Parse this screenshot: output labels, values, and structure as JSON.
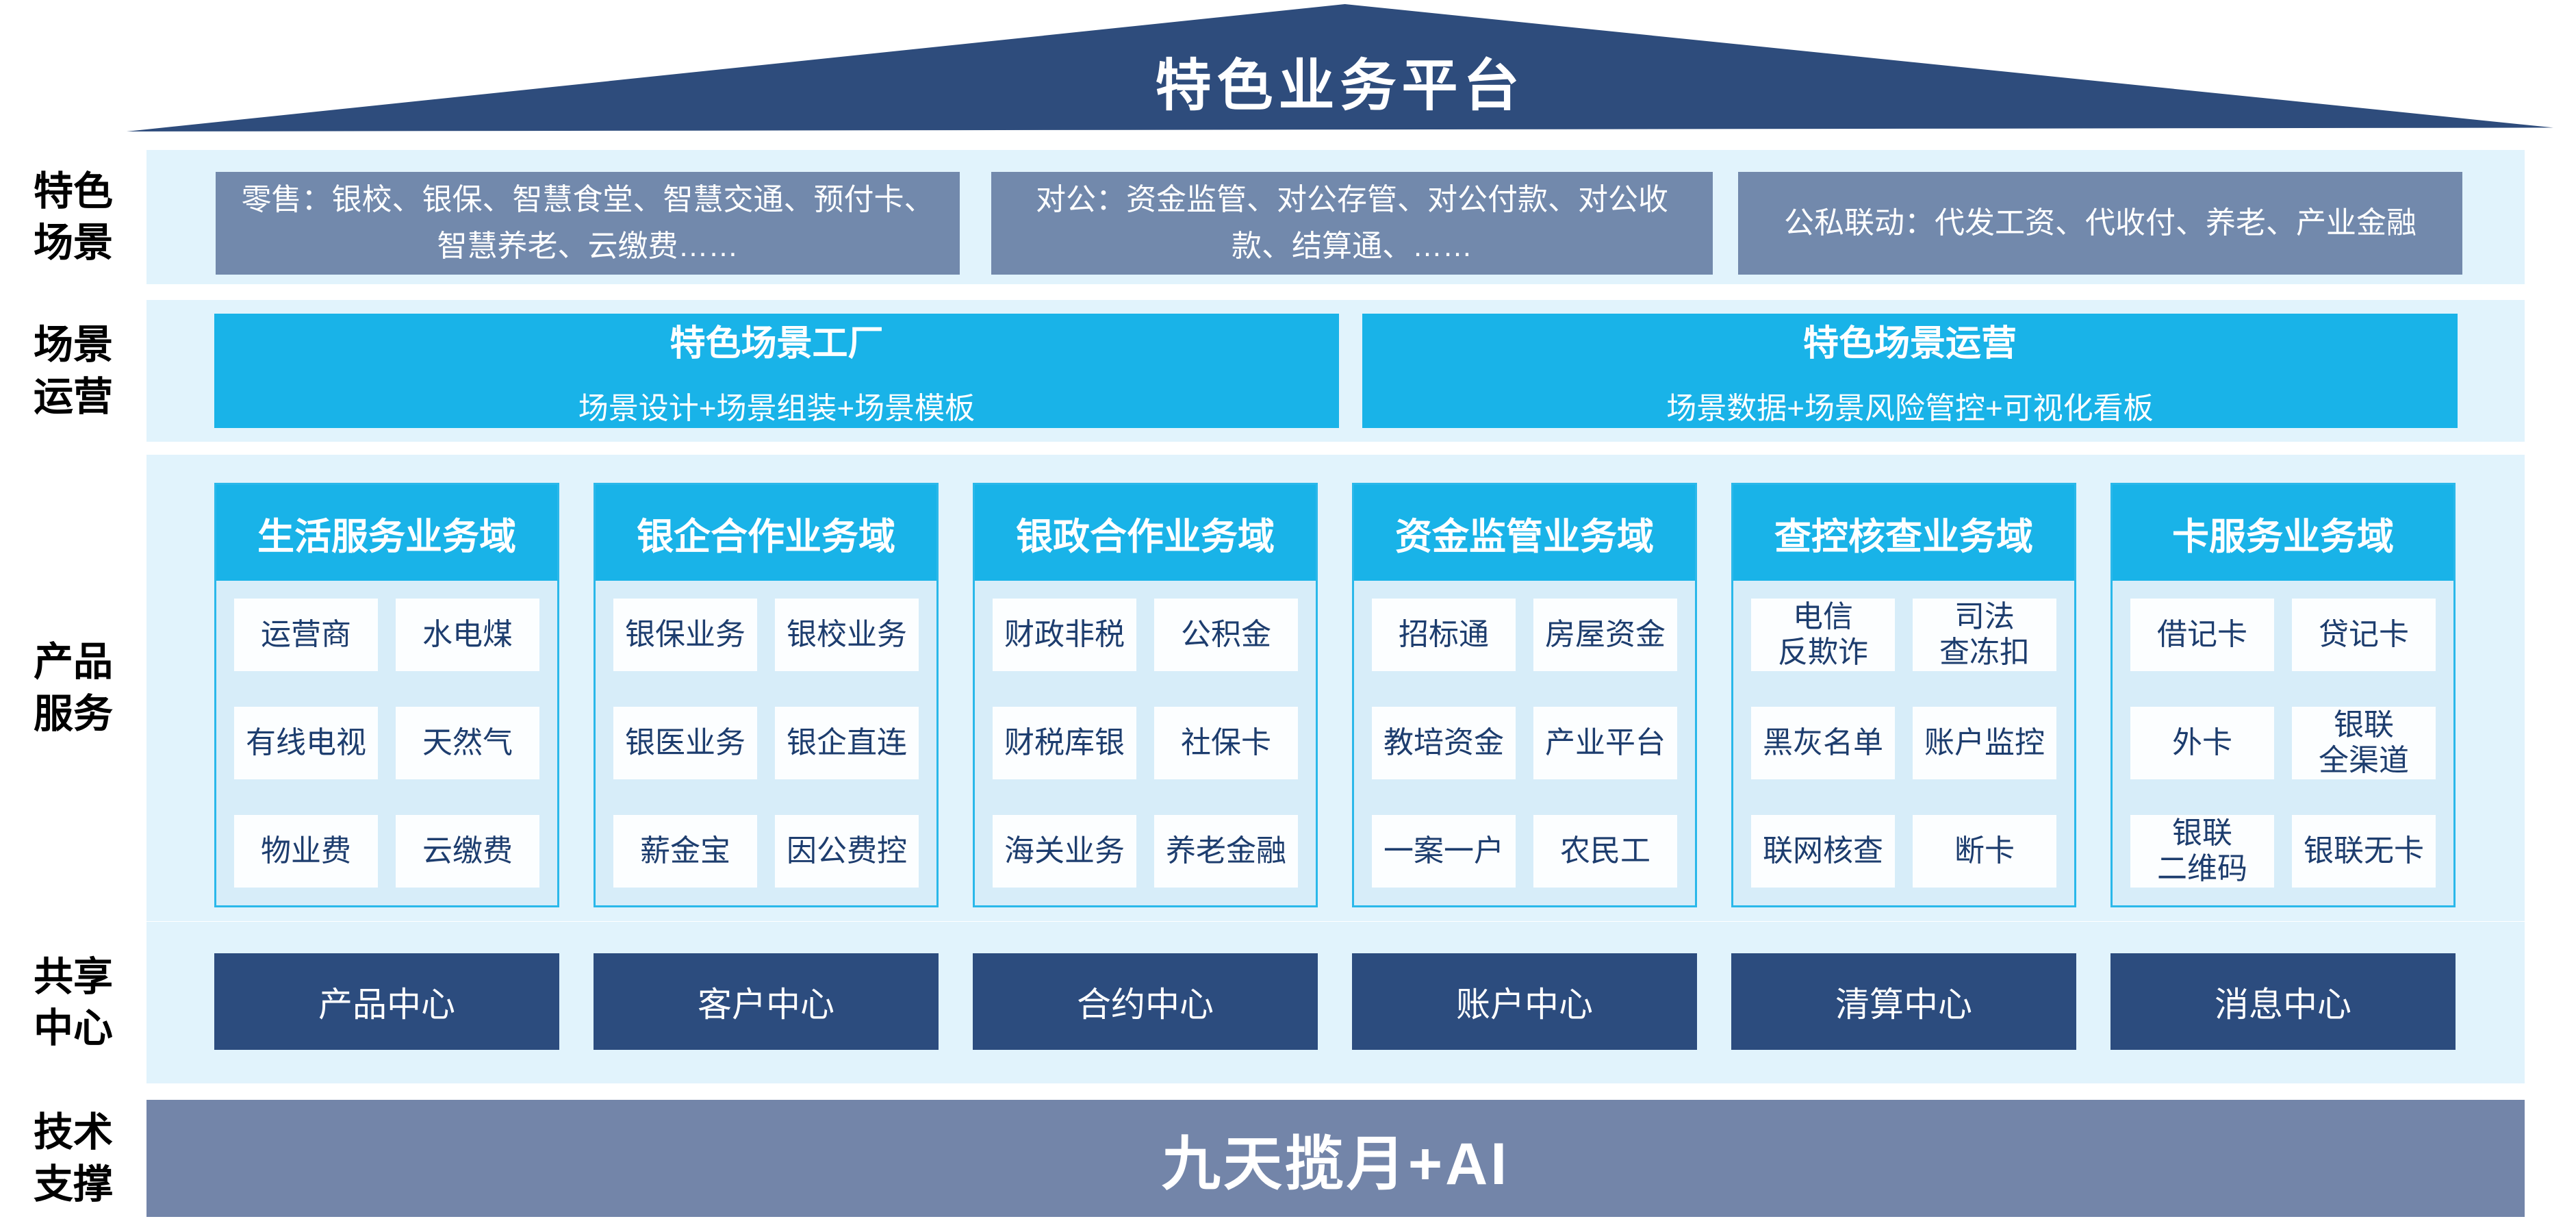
{
  "roof": {
    "title": "特色业务平台"
  },
  "colors": {
    "roof_navy": "#2e4c7c",
    "scene_box_gray_blue": "#7289ac",
    "cyan_accent": "#19b3e8",
    "cyan_border": "#2ab8ea",
    "band_light_blue": "#e1f3fc",
    "domain_body_blue": "#d7edf9",
    "cell_white": "#fcfeff",
    "cell_text_navy": "#1d3d6e",
    "center_box_navy": "#2c4c7e",
    "tech_bar_gray_blue": "#7385a9"
  },
  "rows": {
    "scenes": {
      "side_label": "特色\n场景",
      "boxes": [
        "零售：银校、银保、智慧食堂、智慧交通、预付卡、智慧养老、云缴费……",
        "对公：资金监管、对公存管、对公付款、对公收款、结算通、……",
        "公私联动：代发工资、代收付、养老、产业金融"
      ]
    },
    "operation": {
      "side_label": "场景\n运营",
      "boxes": [
        {
          "title": "特色场景工厂",
          "subtitle": "场景设计+场景组装+场景模板"
        },
        {
          "title": "特色场景运营",
          "subtitle": "场景数据+场景风险管控+可视化看板"
        }
      ]
    },
    "products": {
      "side_label": "产品\n服务",
      "domains": [
        {
          "title": "生活服务业务域",
          "items": [
            "运营商",
            "水电煤",
            "有线电视",
            "天然气",
            "物业费",
            "云缴费"
          ]
        },
        {
          "title": "银企合作业务域",
          "items": [
            "银保业务",
            "银校业务",
            "银医业务",
            "银企直连",
            "薪金宝",
            "因公费控"
          ]
        },
        {
          "title": "银政合作业务域",
          "items": [
            "财政非税",
            "公积金",
            "财税库银",
            "社保卡",
            "海关业务",
            "养老金融"
          ]
        },
        {
          "title": "资金监管业务域",
          "items": [
            "招标通",
            "房屋资金",
            "教培资金",
            "产业平台",
            "一案一户",
            "农民工"
          ]
        },
        {
          "title": "查控核查业务域",
          "items": [
            "电信\n反欺诈",
            "司法\n查冻扣",
            "黑灰名单",
            "账户监控",
            "联网核查",
            "断卡"
          ]
        },
        {
          "title": "卡服务业务域",
          "items": [
            "借记卡",
            "贷记卡",
            "外卡",
            "银联\n全渠道",
            "银联\n二维码",
            "银联无卡"
          ]
        }
      ]
    },
    "shared": {
      "side_label": "共享\n中心",
      "centers": [
        "产品中心",
        "客户中心",
        "合约中心",
        "账户中心",
        "清算中心",
        "消息中心"
      ]
    },
    "tech": {
      "side_label": "技术\n支撑",
      "bar": "九天揽月+AI"
    }
  }
}
